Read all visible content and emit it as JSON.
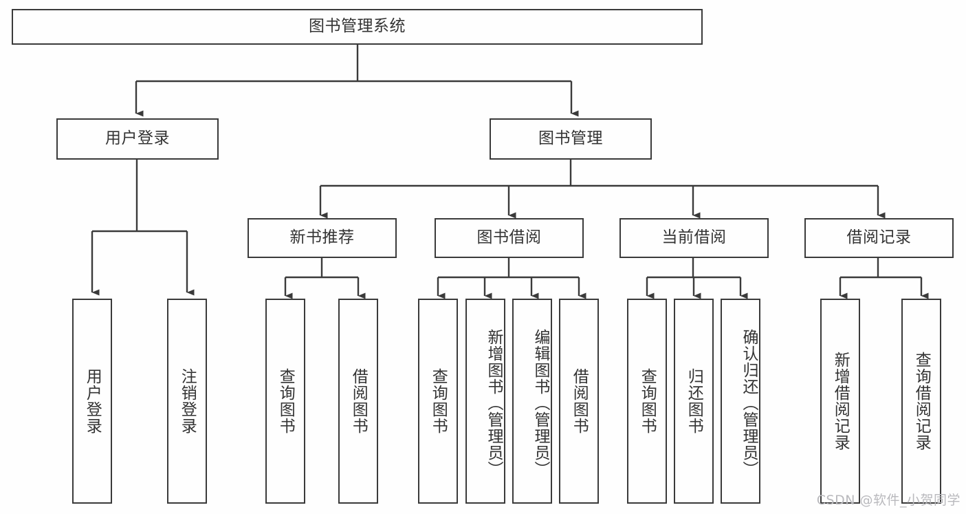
{
  "diagram": {
    "title": "图书管理系统",
    "type": "tree",
    "colors": {
      "background": "#fefefe",
      "stroke": "#3a3a3a",
      "text": "#333333",
      "watermark": "#b9b9bd"
    },
    "root": {
      "label": "图书管理系统"
    },
    "level2": [
      {
        "label": "用户登录"
      },
      {
        "label": "图书管理"
      }
    ],
    "level3": [
      {
        "label": "新书推荐"
      },
      {
        "label": "图书借阅"
      },
      {
        "label": "当前借阅"
      },
      {
        "label": "借阅记录"
      }
    ],
    "leaves": {
      "user_login": [
        {
          "label": "用户登录"
        },
        {
          "label": "注销登录"
        }
      ],
      "new_book_recommend": [
        {
          "label": "查询图书"
        },
        {
          "label": "借阅图书"
        }
      ],
      "book_borrow": [
        {
          "label": "查询图书"
        },
        {
          "label": "新增图书（管理员）"
        },
        {
          "label": "编辑图书（管理员）"
        },
        {
          "label": "借阅图书"
        }
      ],
      "current_borrow": [
        {
          "label": "查询图书"
        },
        {
          "label": "归还图书"
        },
        {
          "label": "确认归还（管理员）"
        }
      ],
      "borrow_record": [
        {
          "label": "新增借阅记录"
        },
        {
          "label": "查询借阅记录"
        }
      ]
    }
  },
  "watermark": {
    "text": "CSDN @软件_小贺同学"
  }
}
